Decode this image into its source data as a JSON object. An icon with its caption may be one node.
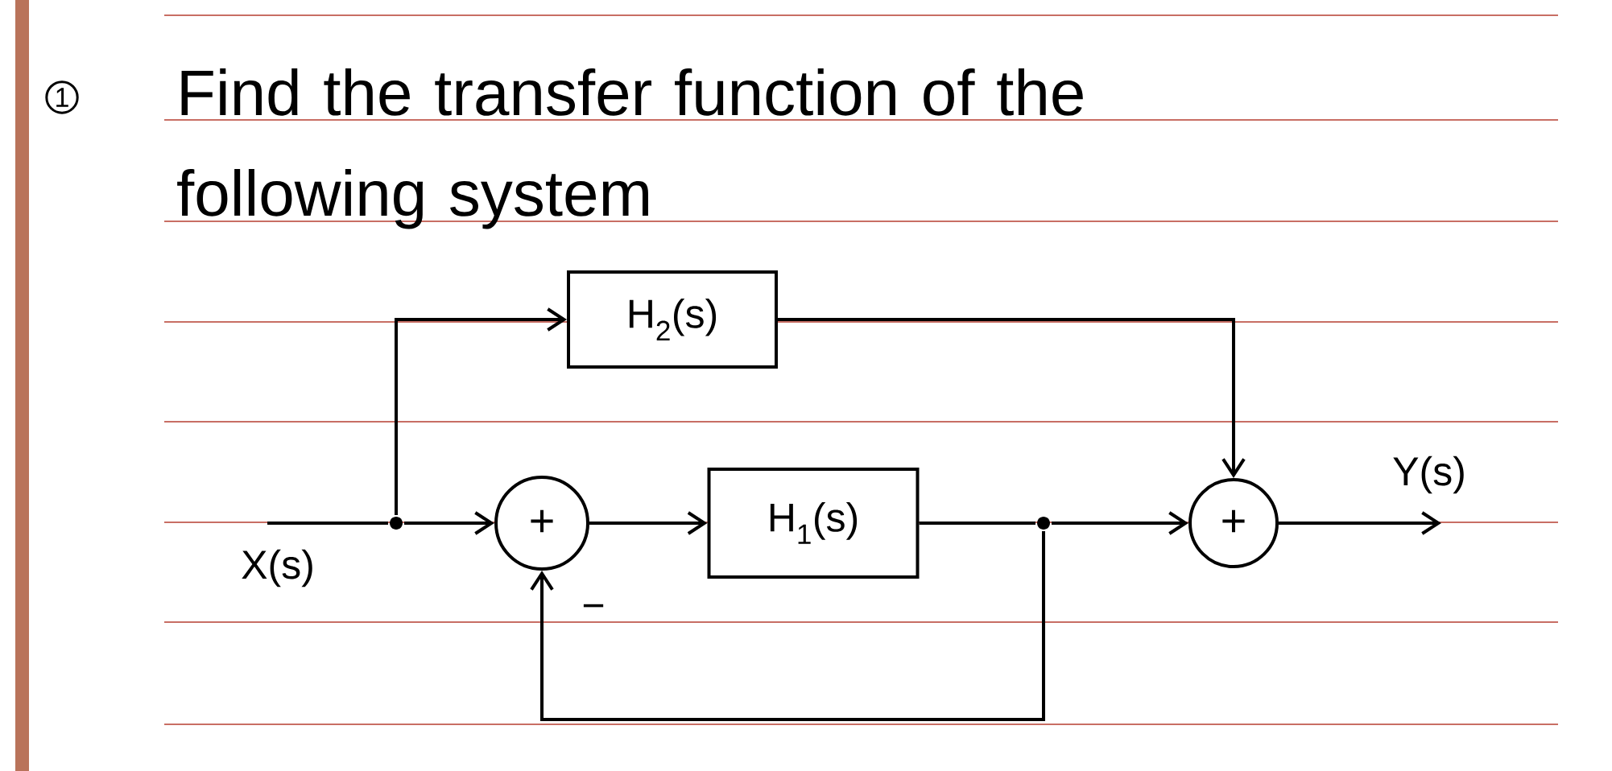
{
  "diagram": {
    "title": "Find the transfer function of the following system",
    "nodes": [
      {
        "text": [
          "H$_{2}$(s)"
        ]
      },
      {
        "text": [
          "+"
        ]
      },
      {
        "text": [
          "H$_{1}$(s)"
        ]
      },
      {
        "text": [
          "+"
        ]
      },
      {
        "text": [],
        "shape": "circle"
      },
      {
        "text": [],
        "shape": "circle"
      }
    ],
    "edges": [
      {
        "from": null,
        "to": 4,
        "arrow": "none",
        "label": "X(s)"
      },
      {
        "from": 4,
        "to": 1,
        "arrow": "to"
      },
      {
        "from": 4,
        "to": 0,
        "arrow": "to"
      },
      {
        "from": 1,
        "to": 2,
        "arrow": "to"
      },
      {
        "from": 2,
        "to": 5,
        "arrow": "none"
      },
      {
        "from": 5,
        "to": 3,
        "arrow": "to"
      },
      {
        "from": 5,
        "to": 1,
        "arrow": "to"
      },
      {
        "from": 0,
        "to": 3,
        "arrow": "to"
      },
      {
        "from": 3,
        "to": null,
        "arrow": "to",
        "label": "Y(s)"
      }
    ],
    "labels": [
      "1",
      "−"
    ]
  }
}
